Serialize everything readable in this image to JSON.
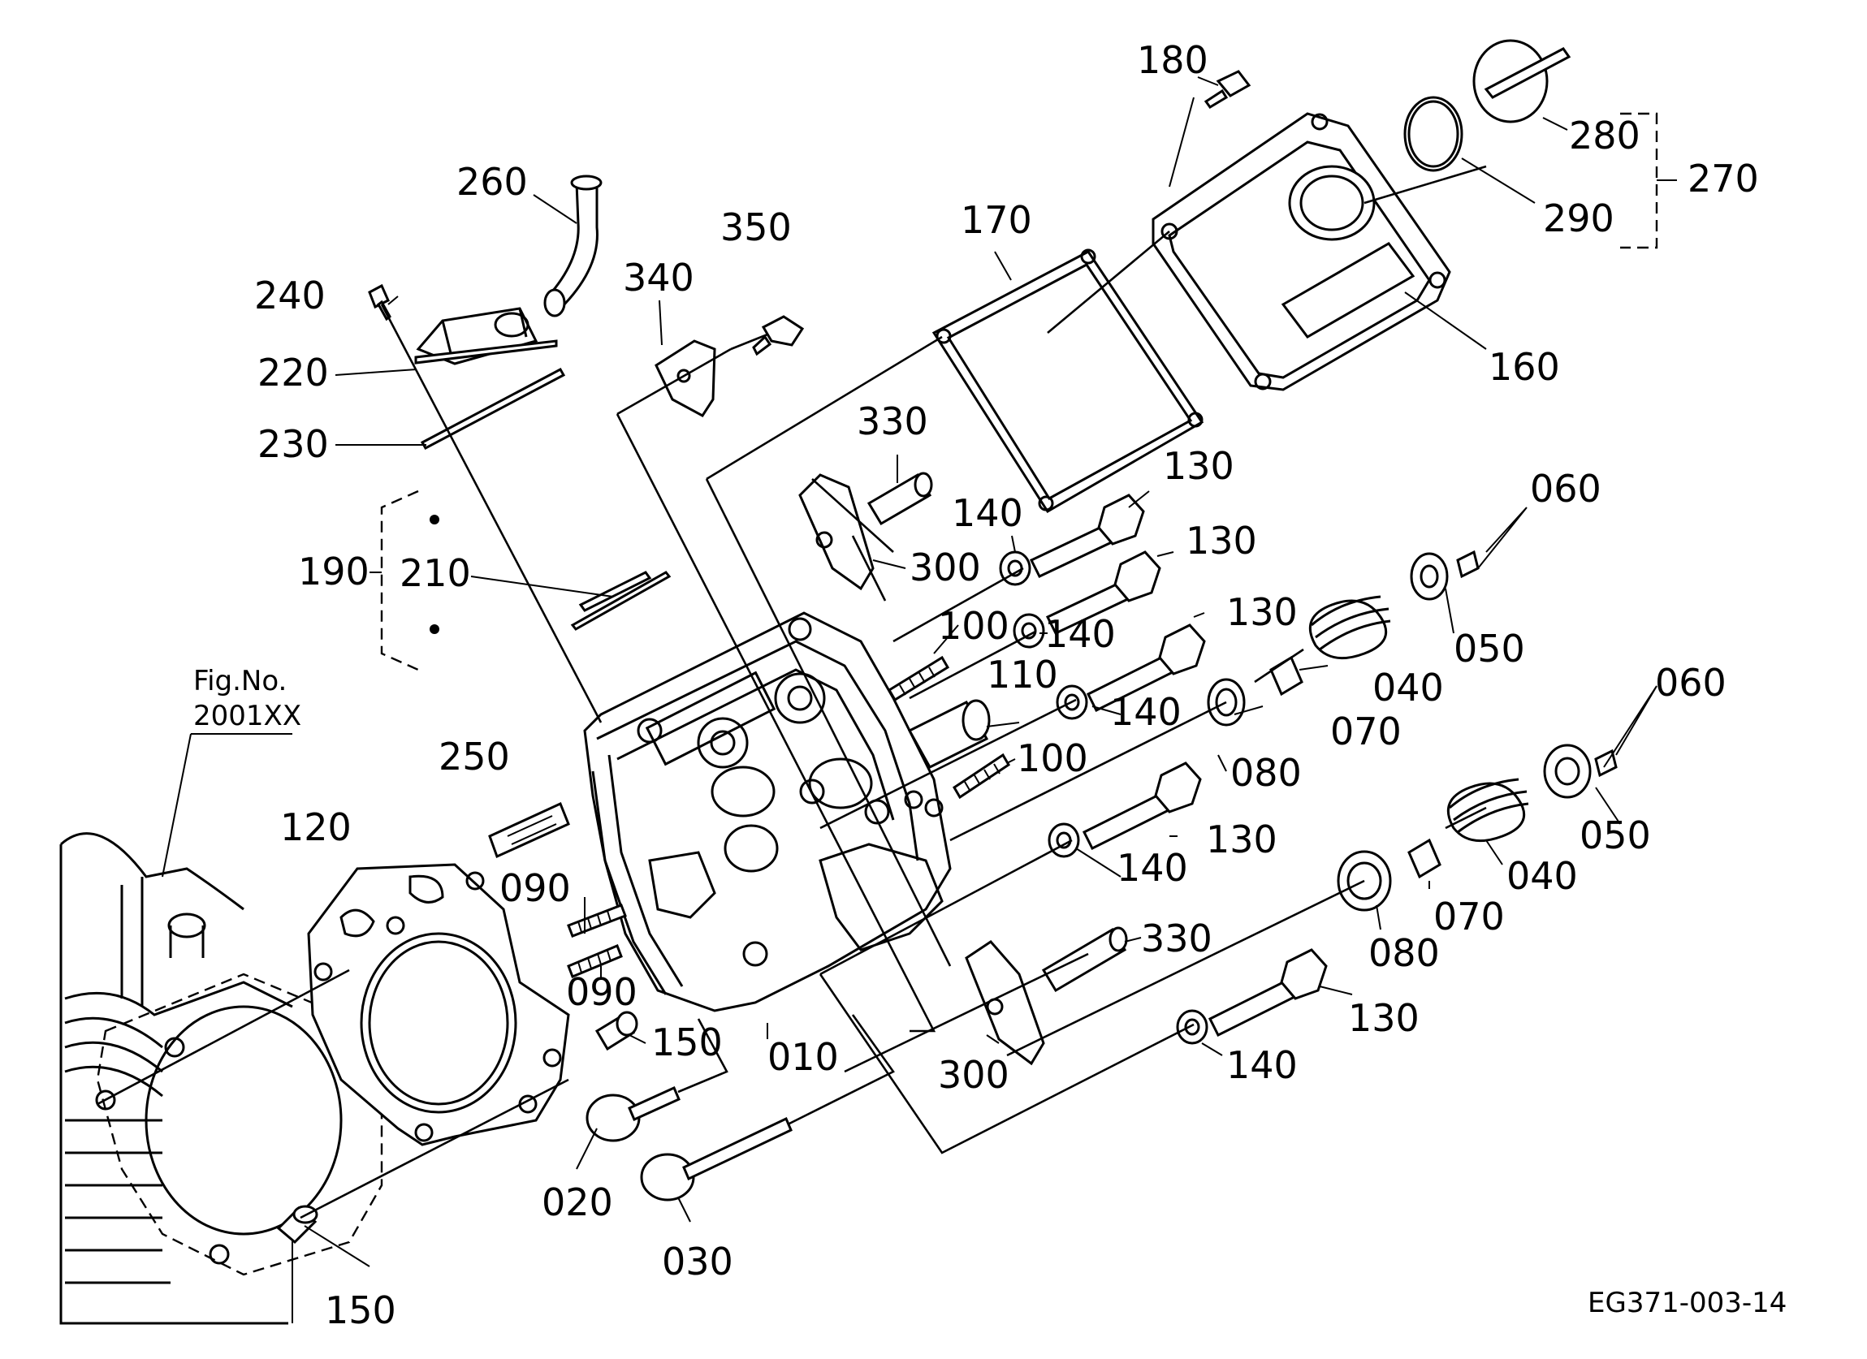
{
  "diagram": {
    "labels": {
      "p180": "180",
      "p260": "260",
      "p280": "280",
      "p270": "270",
      "p290": "290",
      "p350": "350",
      "p170": "170",
      "p340": "340",
      "p240": "240",
      "p160": "160",
      "p220": "220",
      "p330a": "330",
      "p230": "230",
      "p130a": "130",
      "p060a": "060",
      "p140a": "140",
      "p300a": "300",
      "p130b": "130",
      "p190": "190",
      "p210": "210",
      "p100a": "100",
      "p140b": "140",
      "p130c": "130",
      "p050a": "050",
      "p040a": "040",
      "p110": "110",
      "p140c": "140",
      "p070a": "070",
      "p060b": "060",
      "p250": "250",
      "p100b": "100",
      "p080a": "080",
      "p120": "120",
      "p130d": "130",
      "p050b": "050",
      "p140d": "140",
      "p040b": "040",
      "p090a": "090",
      "p070b": "070",
      "p330b": "330",
      "p080b": "080",
      "p090b": "090",
      "p130e": "130",
      "p150a": "150",
      "p010": "010",
      "p140e": "140",
      "p300b": "300",
      "p020": "020",
      "p030": "030",
      "p150b": "150"
    },
    "fig_ref_line1": "Fig.No.",
    "fig_ref_line2": "2001XX",
    "drawing_code": "EG371-003-14"
  }
}
